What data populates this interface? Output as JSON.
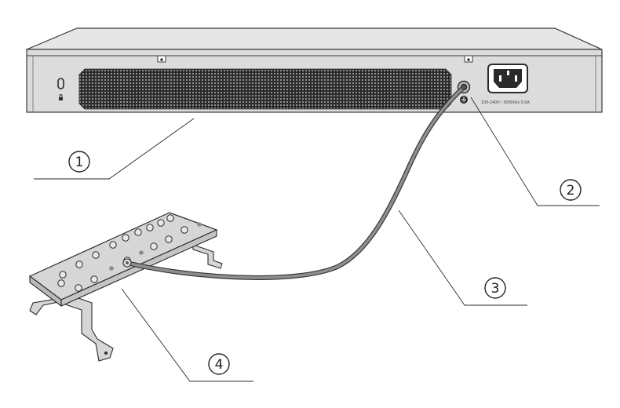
{
  "device": {
    "power_rating_text": "100-240V~ 50/60Hz 0.5A"
  },
  "callouts": [
    {
      "id": "callout-1",
      "number": "1"
    },
    {
      "id": "callout-2",
      "number": "2"
    },
    {
      "id": "callout-3",
      "number": "3"
    },
    {
      "id": "callout-4",
      "number": "4"
    }
  ],
  "colors": {
    "device_body": "#dcdcdc",
    "device_top": "#e6e6e6",
    "vent": "#2a2a2a",
    "cable": "#8f8f8f",
    "bar": "#d6d6d6",
    "outline": "#3a3a3a"
  },
  "icons": {
    "lock_slot": "security-lock-slot-icon",
    "ground": "ground-terminal-icon",
    "power": "power-socket-icon"
  }
}
